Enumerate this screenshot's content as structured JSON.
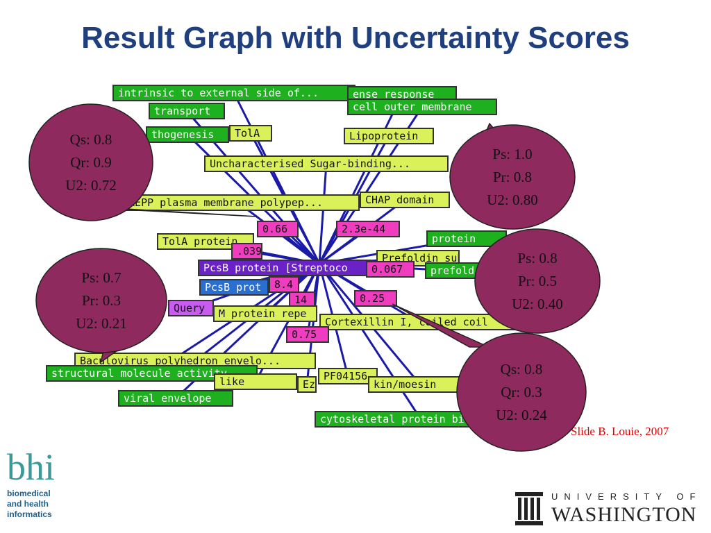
{
  "title": "Result Graph with Uncertainty Scores",
  "credit": "Slide B. Louie, 2007",
  "graph": {
    "nodes": [
      {
        "id": "n1",
        "text": "intrinsic to external side of...",
        "color": "green"
      },
      {
        "id": "n2",
        "text": "ense response",
        "color": "green"
      },
      {
        "id": "n3",
        "text": "transport",
        "color": "green"
      },
      {
        "id": "n4",
        "text": "cell outer membrane",
        "color": "green"
      },
      {
        "id": "n5",
        "text": "thogenesis",
        "color": "green"
      },
      {
        "id": "n6",
        "text": "TolA",
        "color": "lime"
      },
      {
        "id": "n7",
        "text": "Lipoprotein",
        "color": "lime"
      },
      {
        "id": "n8",
        "text": "Uncharacterised Sugar-binding...",
        "color": "lime"
      },
      {
        "id": "n9",
        "text": "DREPP plasma membrane polypep...",
        "color": "lime"
      },
      {
        "id": "n10",
        "text": "CHAP domain",
        "color": "lime"
      },
      {
        "id": "n11",
        "text": "0.66",
        "color": "magenta"
      },
      {
        "id": "n12",
        "text": "2.3e-44",
        "color": "magenta"
      },
      {
        "id": "n13",
        "text": "TolA protein",
        "color": "lime"
      },
      {
        "id": "n14",
        "text": ".039",
        "color": "magenta"
      },
      {
        "id": "n15",
        "text": "protein",
        "color": "green"
      },
      {
        "id": "n16",
        "text": "Prefoldin sub",
        "color": "lime"
      },
      {
        "id": "n17",
        "text": "PcsB protein [Streptoco",
        "color": "purple"
      },
      {
        "id": "n18",
        "text": "0.067",
        "color": "magenta"
      },
      {
        "id": "n19",
        "text": "prefold",
        "color": "green"
      },
      {
        "id": "n20",
        "text": "PcsB prot",
        "color": "blue"
      },
      {
        "id": "n21",
        "text": "8.4",
        "color": "magenta"
      },
      {
        "id": "n22",
        "text": "Query",
        "color": "violet"
      },
      {
        "id": "n23",
        "text": "14",
        "color": "magenta"
      },
      {
        "id": "n24",
        "text": "0.25",
        "color": "magenta"
      },
      {
        "id": "n25",
        "text": "M protein repe",
        "color": "lime"
      },
      {
        "id": "n26",
        "text": "Cortexillin I, coiled coil",
        "color": "lime"
      },
      {
        "id": "n27",
        "text": "0.75",
        "color": "magenta"
      },
      {
        "id": "n28",
        "text": "Baculovirus polyhedron envelo...",
        "color": "lime"
      },
      {
        "id": "n29",
        "text": "structural molecule activity",
        "color": "green"
      },
      {
        "id": "n30",
        "text": "PF04156",
        "color": "lime"
      },
      {
        "id": "n31",
        "text": "like",
        "color": "lime"
      },
      {
        "id": "n32",
        "text": "Ez",
        "color": "lime"
      },
      {
        "id": "n33",
        "text": "kin/moesin",
        "color": "lime"
      },
      {
        "id": "n34",
        "text": "viral envelope",
        "color": "green"
      },
      {
        "id": "n35",
        "text": "cytoskeletal protein bi",
        "color": "green"
      }
    ]
  },
  "bubbles": [
    {
      "id": "b1",
      "lines": [
        "Qs: 0.8",
        "Qr: 0.9",
        "U2: 0.72"
      ]
    },
    {
      "id": "b2",
      "lines": [
        "Ps: 1.0",
        "Pr: 0.8",
        "U2: 0.80"
      ]
    },
    {
      "id": "b3",
      "lines": [
        "Ps: 0.7",
        "Pr: 0.3",
        "U2: 0.21"
      ]
    },
    {
      "id": "b4",
      "lines": [
        "Ps: 0.8",
        "Pr: 0.5",
        "U2:  0.40"
      ]
    },
    {
      "id": "b5",
      "lines": [
        "Qs: 0.8",
        "Qr: 0.3",
        "U2: 0.24"
      ]
    }
  ],
  "logos": {
    "bhi_mark": "bhi",
    "bhi_lines": [
      "biomedical",
      "and health",
      "informatics"
    ],
    "uw_top": "UNIVERSITY OF",
    "uw_bottom": "WASHINGTON"
  },
  "colors": {
    "title": "#1f3f7f",
    "bubble_fill": "#8e2a5e",
    "edge": "#1a1aa8",
    "node_lime": "#dbf15a",
    "node_green": "#1fb01f",
    "node_magenta": "#f03cbf",
    "credit": "#e00000"
  }
}
